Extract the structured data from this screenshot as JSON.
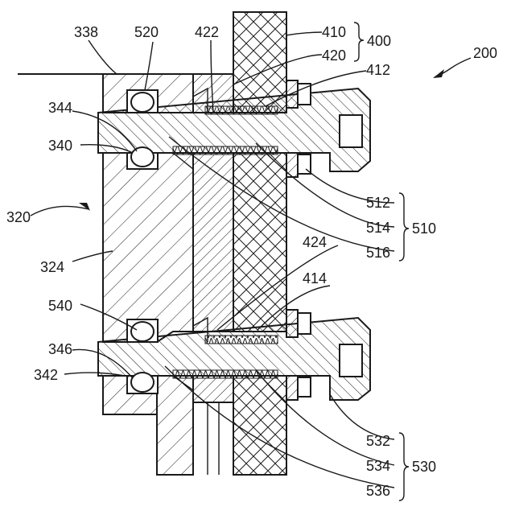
{
  "figure": {
    "labels": {
      "l200": "200",
      "l320": "320",
      "l324": "324",
      "l338": "338",
      "l340": "340",
      "l342": "342",
      "l344": "344",
      "l346": "346",
      "l400": "400",
      "l410": "410",
      "l412": "412",
      "l414": "414",
      "l420": "420",
      "l422": "422",
      "l424": "424",
      "l510": "510",
      "l512": "512",
      "l514": "514",
      "l516": "516",
      "l520": "520",
      "l530": "530",
      "l532": "532",
      "l534": "534",
      "l536": "536",
      "l540": "540"
    }
  }
}
